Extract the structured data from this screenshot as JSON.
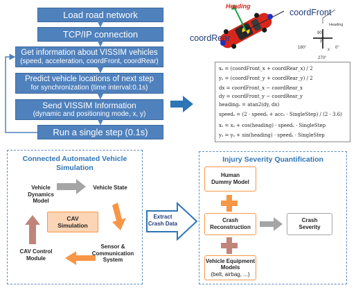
{
  "flowchart": {
    "steps": [
      {
        "line1": "Load road network"
      },
      {
        "line1": "TCP/IP connection"
      },
      {
        "line1": "Get information about VISSIM vehicles",
        "line2": "(speed, acceleration, coordFront, coordRear)"
      },
      {
        "line1": "Predict vehicle locations of next step",
        "line2": "for synchronization (time interval:0.1s)"
      },
      {
        "line1": "Send VISSIM Information",
        "line2": "(dynamic and positioning mode, x, y)"
      },
      {
        "line1": "Run a single step (0.1s)"
      }
    ]
  },
  "car_figure": {
    "heading_label": "Heading",
    "coord_front_label": "coordFront",
    "coord_rear_label": "coordRear",
    "small_heading_label": "Heading",
    "angle_90": "90°",
    "angle_180": "180°",
    "angle_0": "0°",
    "angle_270": "270°",
    "axis_x": "x",
    "axis_y": "y"
  },
  "equations": {
    "lines": [
      "xₛ = (coordFront_x + coordRear_x) / 2",
      "yₛ = (coordFront_y + coordRear_y) / 2",
      "dx = coordFront_x − coordRear_x",
      "dy = coordFront_y − coordRear_y",
      "headingₛ = atan2(dy, dx)",
      "speedₛ = (2 · speedₛ + accₛ · SingleStep) / (2 · 3.6)",
      "xₛ = xₛ + cos(heading) · speedₛ · SingleStep",
      "yₛ = yₛ + sin(heading) · speedₛ · SingleStep"
    ]
  },
  "cav_panel": {
    "title_line1": "Connected Automated Vehicle",
    "title_line2": "Simulation",
    "center_line1": "CAV",
    "center_line2": "Simulation",
    "vehicle_dynamics": [
      "Vehicle",
      "Dynamics",
      "Model"
    ],
    "vehicle_state": "Vehicle State",
    "sensor": [
      "Sensor &",
      "Communication",
      "System"
    ],
    "control": [
      "CAV Control",
      "Module"
    ]
  },
  "extract_arrow": {
    "line1": "Extract",
    "line2": "Crash Data"
  },
  "injury_panel": {
    "title": "Injury Severity Quantification",
    "human_dummy": [
      "Human",
      "Dummy Model"
    ],
    "crash_reconstruction": [
      "Crash",
      "Reconstruction"
    ],
    "crash_severity": [
      "Crash",
      "Severity"
    ],
    "vehicle_equipment": [
      "Vehicle Equipment",
      "Models",
      "(belt, airbag, ...)"
    ]
  },
  "colors": {
    "flow_box": "#4f81bd",
    "panel_border": "#5b8bbf",
    "panel_title": "#2e75b6",
    "orange": "#f79646",
    "dusty_red": "#c0857a",
    "gray": "#a5a5a5",
    "car_red": "#d9261c"
  }
}
